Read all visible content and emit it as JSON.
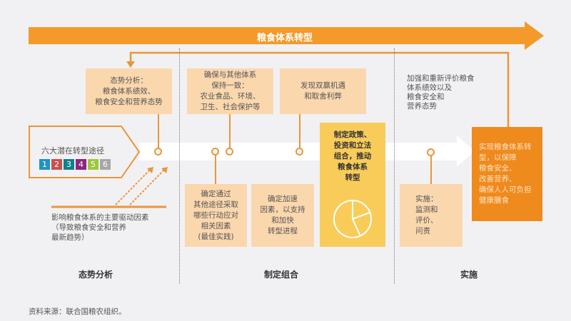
{
  "title": "粮食体系转型",
  "colors": {
    "accent": "#f39a2a",
    "final": "#ef8a1c",
    "highlight": "#f9cc5a",
    "box": "#fbd7ae"
  },
  "pathways": {
    "label": "六大潜在转型途径",
    "tiles": [
      {
        "n": "1",
        "color": "#1e93c6"
      },
      {
        "n": "2",
        "color": "#c9504e"
      },
      {
        "n": "3",
        "color": "#10808a"
      },
      {
        "n": "4",
        "color": "#8e2580"
      },
      {
        "n": "5",
        "color": "#9cc93c"
      },
      {
        "n": "6",
        "color": "#a7a7a7"
      }
    ]
  },
  "boxes": {
    "situation": "态势分析：\n粮食体系绩效、\n粮食安全和营养态势",
    "align": "确保与其他体系\n保持一致：\n农业食品、环境、\n卫生、社会保护等",
    "synergy": "发现双赢机遇\n和取舍利弊",
    "identify": "确定通过\n其他途径采取\n哪些行动应对\n相关因素\n(最佳实践)",
    "accelerate": "确定加速\n因素，以支持\n和加快\n转型进程",
    "policy": "制定政策、\n投资和立法\n组合，推动\n粮食体系\n转型",
    "implement": "实施：\n监测和\n评价、\n问责",
    "final": "实现粮食体系转\n型，以保障\n粮食安全、\n改善营养、\n确保人人可负担\n健康膳食"
  },
  "reassess": "加强和重新评价粮食\n体系绩效以及\n粮食安全和\n营养态势",
  "drivers": "影响粮食体系的主要驱动因素\n（导致粮食安全和营养\n最新趋势）",
  "phases": [
    "态势分析",
    "制定组合",
    "实施"
  ],
  "source": "资料来源：联合国粮农组织。"
}
